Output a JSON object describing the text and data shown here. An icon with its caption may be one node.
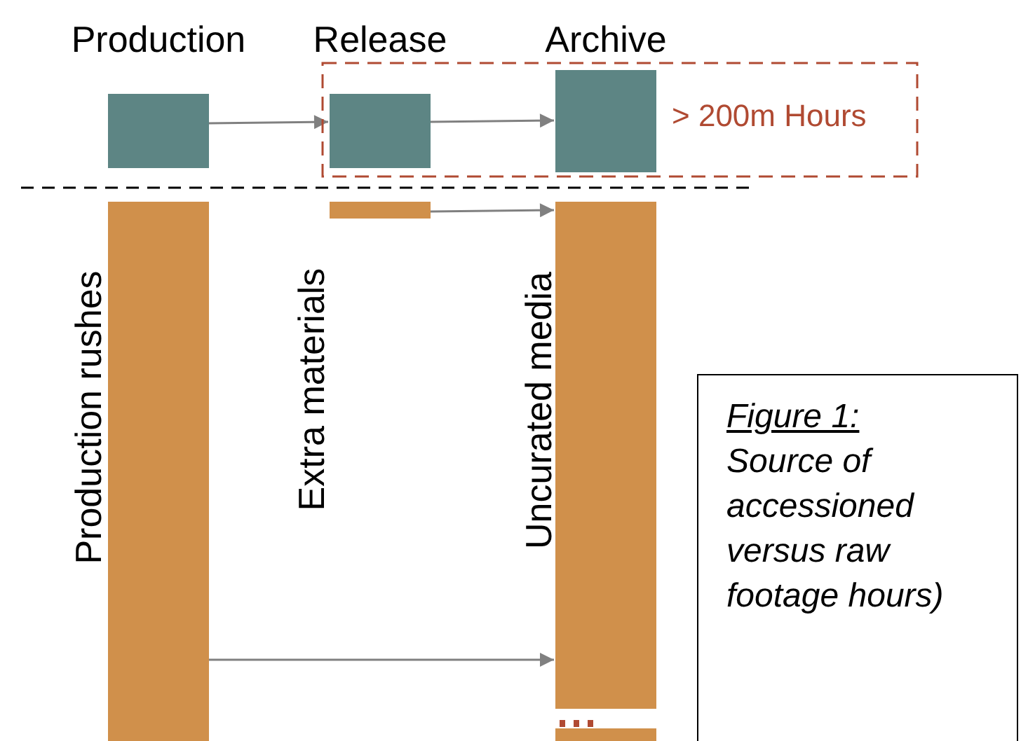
{
  "diagram": {
    "nodes": [
      {
        "text": [
          "Production"
        ]
      },
      {
        "text": [
          "> 200m Hours"
        ]
      },
      {
        "text": [
          "Release"
        ],
        "in": 1
      },
      {
        "text": [
          "Archive"
        ],
        "in": 1
      },
      {
        "text": [
          "Production rushes"
        ]
      },
      {
        "text": [
          "Extra materials"
        ]
      },
      {
        "text": [
          "Uncurated media"
        ]
      },
      {
        "text": [],
        "shape": "bar"
      },
      {
        "text": [
          "Figure 1:",
          "Source of accessioned versus raw footage hours)"
        ]
      }
    ],
    "edges": [
      {
        "from": 0,
        "to": 2,
        "arrow": "to"
      },
      {
        "from": 2,
        "to": 3,
        "arrow": "to"
      },
      {
        "from": 5,
        "to": 6,
        "arrow": "to"
      },
      {
        "from": 4,
        "to": 6,
        "arrow": "to"
      }
    ]
  }
}
